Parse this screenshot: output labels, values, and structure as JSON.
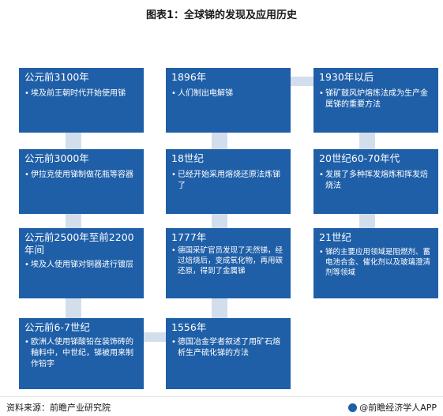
{
  "title": "图表1：全球锑的发现及应用历史",
  "boxes": [
    {
      "heading": "公元前3100年",
      "desc": "埃及前王朝时代开始使用锑"
    },
    {
      "heading": "1896年",
      "desc": "人们制出电解锑"
    },
    {
      "heading": "1930年以后",
      "desc": "锑矿鼓风炉熔炼法成为生产金属锑的重要方法"
    },
    {
      "heading": "公元前3000年",
      "desc": "伊拉克使用锑制做花瓶等容器"
    },
    {
      "heading": "18世纪",
      "desc": "已经开始采用熔烧还原法炼锑了"
    },
    {
      "heading": "20世纪60-70年代",
      "desc": "发展了多种挥发熔炼和挥发焙烧法"
    },
    {
      "heading": "公元前2500年至前2200年间",
      "desc": "埃及人使用锑对铜器进行镀层"
    },
    {
      "heading": "1777年",
      "desc": "德国采矿官员发现了天然锑，经过焙烧后，变成氧化物，再用碳还原，得到了金属锑"
    },
    {
      "heading": "21世纪",
      "desc": "锑的主要应用领域是阻燃剂、蓄电池合金、催化剂以及玻璃澄清剂等领域"
    },
    {
      "heading": "公元前6-7世纪",
      "desc": "欧洲人使用锑酸铅在装饰砖的釉料中，中世纪，锑被用来制作铅字"
    },
    {
      "heading": "1556年",
      "desc": "德国冶金学者叙述了用矿石熔析生产硫化锑的方法"
    }
  ],
  "footer": {
    "source": "资料来源：前瞻产业研究院",
    "brand": "@前瞻经济学人APP"
  },
  "colors": {
    "box": "#1f5fa8",
    "connector": "#d3deed"
  }
}
